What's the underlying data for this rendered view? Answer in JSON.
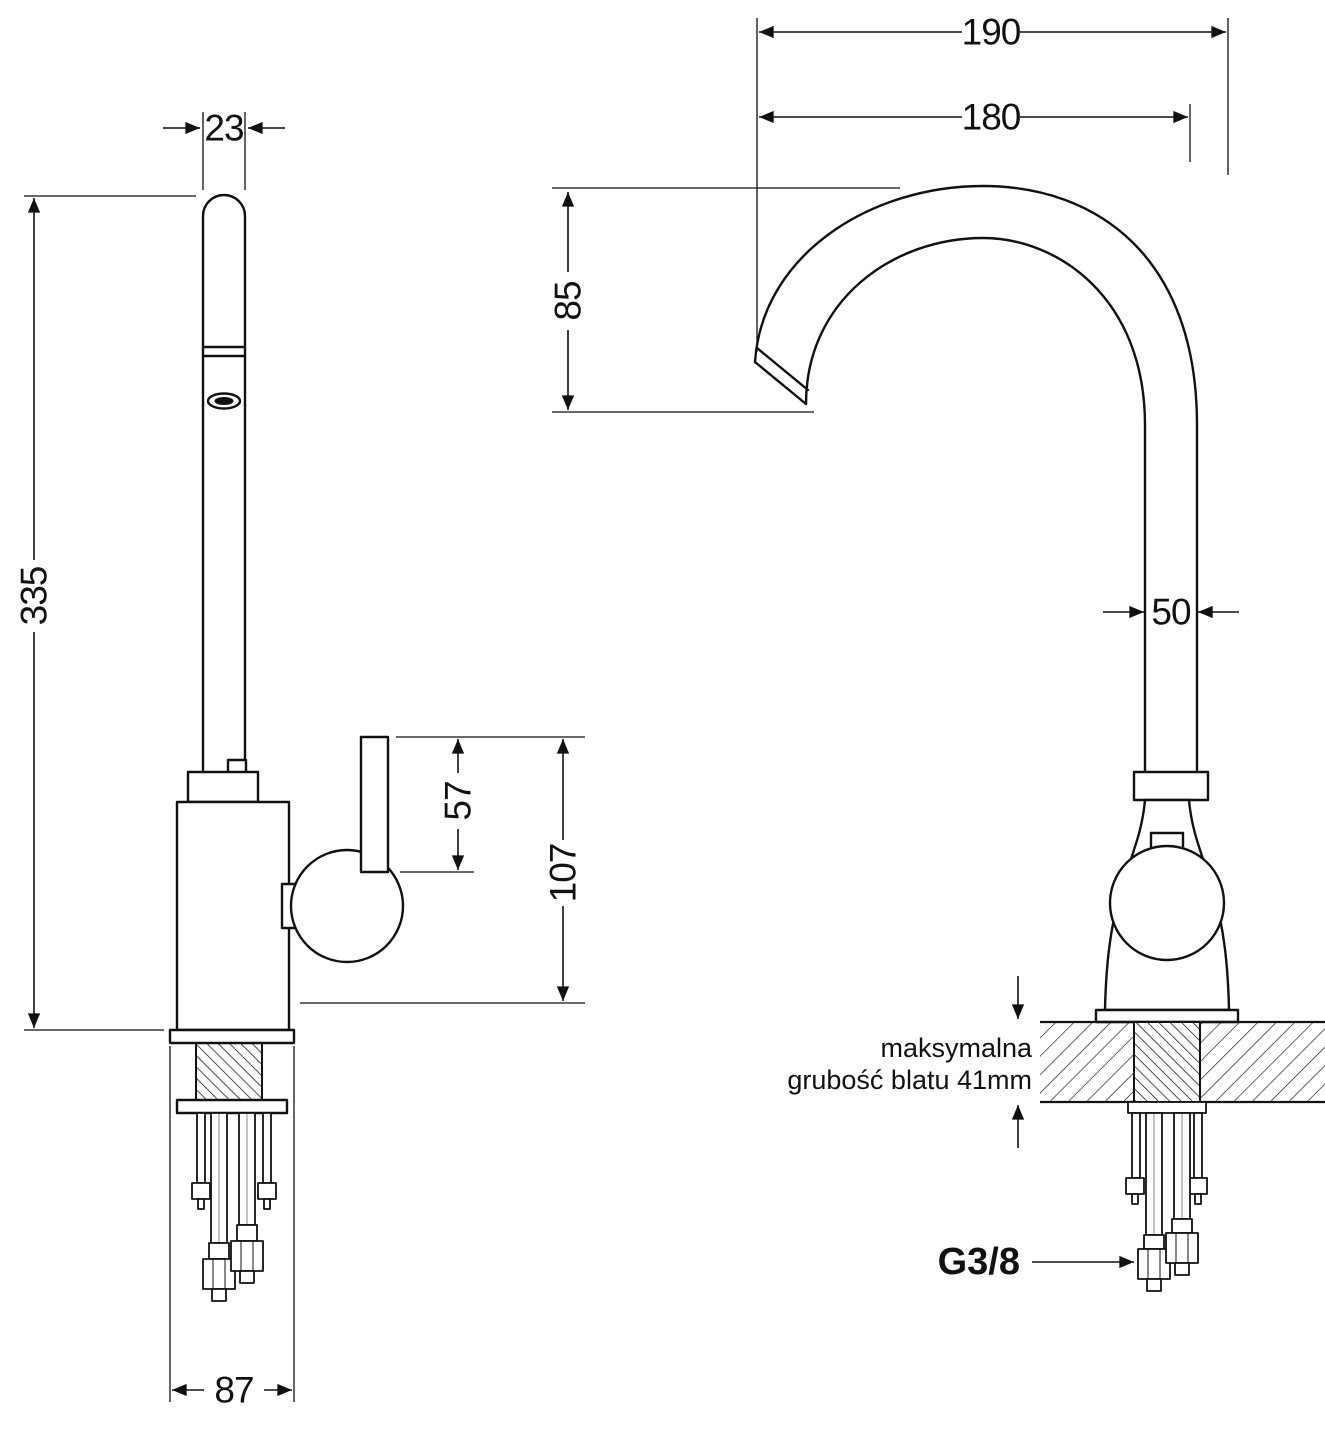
{
  "colors": {
    "line": "#111111",
    "background": "#ffffff"
  },
  "left_view": {
    "dims": {
      "spout_width": "23",
      "total_height": "335",
      "handle_height": "57",
      "body_height": "107",
      "base_width": "87"
    }
  },
  "right_view": {
    "dims": {
      "total_reach": "190",
      "spout_reach": "180",
      "spout_height": "85",
      "pipe_width": "50"
    },
    "countertop_note_line1": "maksymalna",
    "countertop_note_line2": "grubość blatu 41mm",
    "thread_label": "G3/8"
  }
}
